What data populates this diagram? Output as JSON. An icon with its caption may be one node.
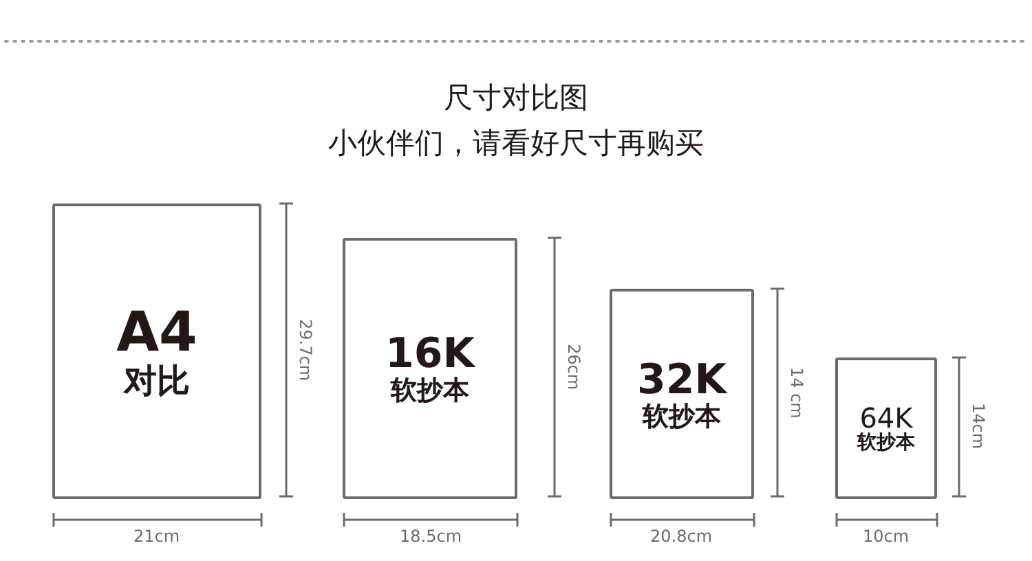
{
  "diagram": {
    "title": "尺寸对比图",
    "nodes": [
      {
        "text": [
          "A4",
          "对比"
        ]
      },
      {
        "text": [
          "16K",
          "软抄本"
        ]
      },
      {
        "text": [
          "32K",
          "软抄本"
        ]
      },
      {
        "text": [
          "64K",
          "软抄本"
        ]
      }
    ],
    "labels": [
      "小伙伴们，请看好尺寸再购买",
      "29.7cm",
      "21cm",
      "26cm",
      "18.5cm",
      "14 cm",
      "20.8cm",
      "14cm",
      "10cm"
    ]
  }
}
